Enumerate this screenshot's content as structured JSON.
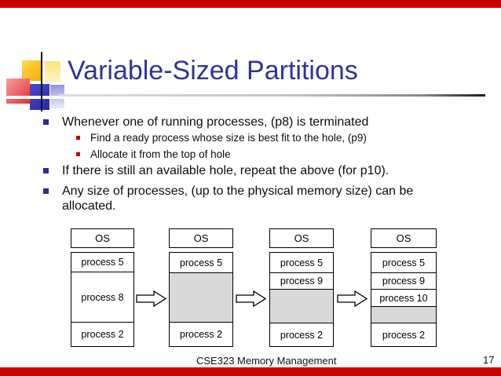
{
  "slide": {
    "title": "Variable-Sized Partitions",
    "footer": "CSE323 Memory Management",
    "page_number": "17"
  },
  "bullets": {
    "b1": "Whenever one of running processes, (p8) is terminated",
    "sb1": "Find a ready process whose size is best fit to the hole, (p9)",
    "sb2": "Allocate it from the top of hole",
    "b2": "If there is still an available hole, repeat the above (for p10).",
    "b3": "Any size of processes, (up to the physical memory size) can be allocated."
  },
  "diagram": {
    "columns": [
      {
        "os_label": "OS",
        "sections": [
          {
            "label": "process 5"
          },
          {
            "label": "process 8"
          },
          {
            "label": "process 2"
          }
        ]
      },
      {
        "os_label": "OS",
        "sections": [
          {
            "label": "process 5"
          },
          {
            "label": "",
            "type": "hole"
          },
          {
            "label": "process 2"
          }
        ]
      },
      {
        "os_label": "OS",
        "sections": [
          {
            "label": "process 5"
          },
          {
            "label": "process 9"
          },
          {
            "label": "",
            "type": "hole"
          },
          {
            "label": "process 2"
          }
        ]
      },
      {
        "os_label": "OS",
        "sections": [
          {
            "label": "process 5"
          },
          {
            "label": "process 9"
          },
          {
            "label": "process 10"
          },
          {
            "label": "",
            "type": "hole"
          },
          {
            "label": "process 2"
          }
        ]
      }
    ]
  },
  "colors": {
    "title_text": "#333399",
    "bullet_level1_square": "#2d2d96",
    "bullet_level2_square": "#c00000",
    "hole_fill": "#d9d9d9",
    "frame_bar": "#c90000",
    "box_border": "#000000"
  }
}
